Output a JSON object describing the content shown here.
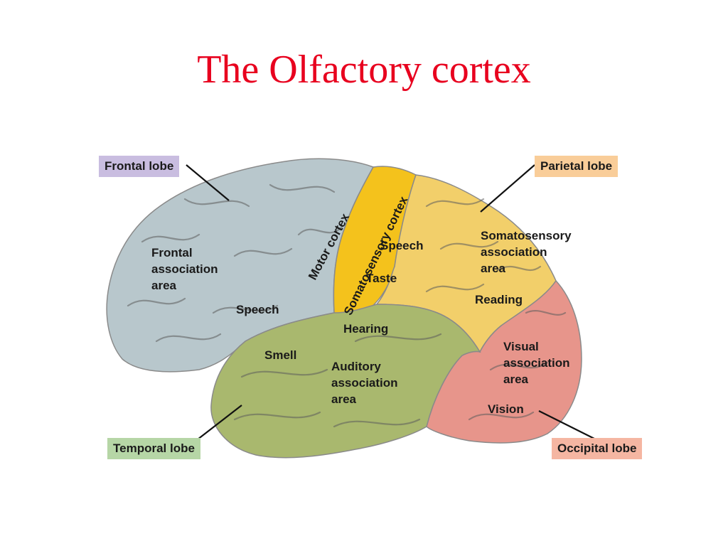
{
  "slide": {
    "title": "The Olfactory cortex"
  },
  "colors": {
    "title": "#e8001e",
    "frontal": "#b8c7cc",
    "parietal": "#f2cf6a",
    "somatosensory": "#f4c21c",
    "temporal": "#a9b86e",
    "occipital": "#e7958b",
    "frontal_box": "#c9bde0",
    "parietal_box": "#f9cd99",
    "temporal_box": "#b6d6a6",
    "occipital_box": "#f5b6a2"
  },
  "lobes": {
    "frontal": "Frontal lobe",
    "parietal": "Parietal lobe",
    "temporal": "Temporal lobe",
    "occipital": "Occipital lobe"
  },
  "areas": {
    "frontal_association": [
      "Frontal",
      "association",
      "area"
    ],
    "speech_frontal": "Speech",
    "motor_cortex": "Motor cortex",
    "somatosensory_cortex": "Somatosensory cortex",
    "speech_parietal": "Speech",
    "taste": "Taste",
    "somatosensory_association": [
      "Somatosensory",
      "association",
      "area"
    ],
    "reading": "Reading",
    "hearing": "Hearing",
    "smell": "Smell",
    "auditory_association": [
      "Auditory",
      "association",
      "area"
    ],
    "visual_association": [
      "Visual",
      "association",
      "area"
    ],
    "vision": "Vision"
  }
}
